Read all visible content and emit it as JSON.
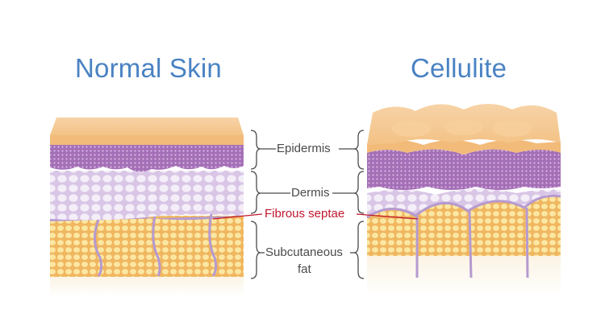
{
  "titles": {
    "normal": "Normal Skin",
    "cellulite": "Cellulite"
  },
  "labels": {
    "epidermis": "Epidermis",
    "dermis": "Dermis",
    "fibrous_septae": "Fibrous septae",
    "subcutaneous_line1": "Subcutaneous",
    "subcutaneous_line2": "fat"
  },
  "colors": {
    "title": "#4a82c3",
    "label": "#4a4a4a",
    "highlight": "#c0182e",
    "surface": "#f6c58f",
    "epidermis": "#a872b8",
    "dermis": "#ece0f2",
    "fat": "#f5c96a",
    "septae": "#b59ad0"
  }
}
